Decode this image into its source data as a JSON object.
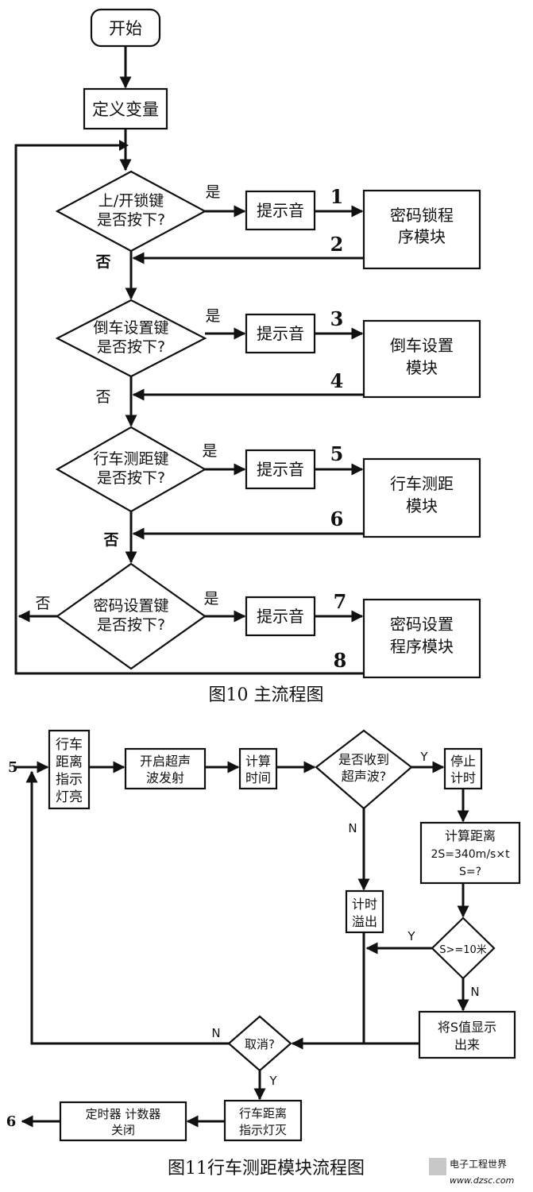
{
  "fig10": {
    "caption": "图10 主流程图",
    "start": "开始",
    "define": "定义变量",
    "d1": [
      "上/开锁键",
      "是否按下?"
    ],
    "d2": [
      "倒车设置键",
      "是否按下?"
    ],
    "d3": [
      "行车测距键",
      "是否按下?"
    ],
    "d4": [
      "密码设置键",
      "是否按下?"
    ],
    "yes": "是",
    "no": "否",
    "beep": "提示音",
    "m1": [
      "密码锁程",
      "序模块"
    ],
    "m2": [
      "倒车设置",
      "模块"
    ],
    "m3": [
      "行车测距",
      "模块"
    ],
    "m4": [
      "密码设置",
      "程序模块"
    ],
    "nums": [
      "1",
      "2",
      "3",
      "4",
      "5",
      "6",
      "7",
      "8"
    ]
  },
  "fig11": {
    "caption": "图11行车测距模块流程图",
    "entry": "5",
    "exit": "6",
    "light_on": [
      "行车",
      "距离",
      "指示",
      "灯亮"
    ],
    "emit": [
      "开启超声",
      "波发射"
    ],
    "timing": [
      "计算",
      "时间"
    ],
    "received": [
      "是否收到",
      "超声波?"
    ],
    "stop": [
      "停止",
      "计时"
    ],
    "calc": [
      "计算距离",
      "2S=340m/s×t",
      "S=?"
    ],
    "overflow": [
      "计时",
      "溢出"
    ],
    "cmp": "S>=10米",
    "show": [
      "将S值显示",
      "出来"
    ],
    "cancel": "取消?",
    "light_off": [
      "行车距离",
      "指示灯灭"
    ],
    "close": [
      "定时器 计数器",
      "关闭"
    ],
    "y": "Y",
    "n": "N"
  },
  "watermark": {
    "text1": "电子工程世界",
    "text2": "www.dzsc.com"
  }
}
